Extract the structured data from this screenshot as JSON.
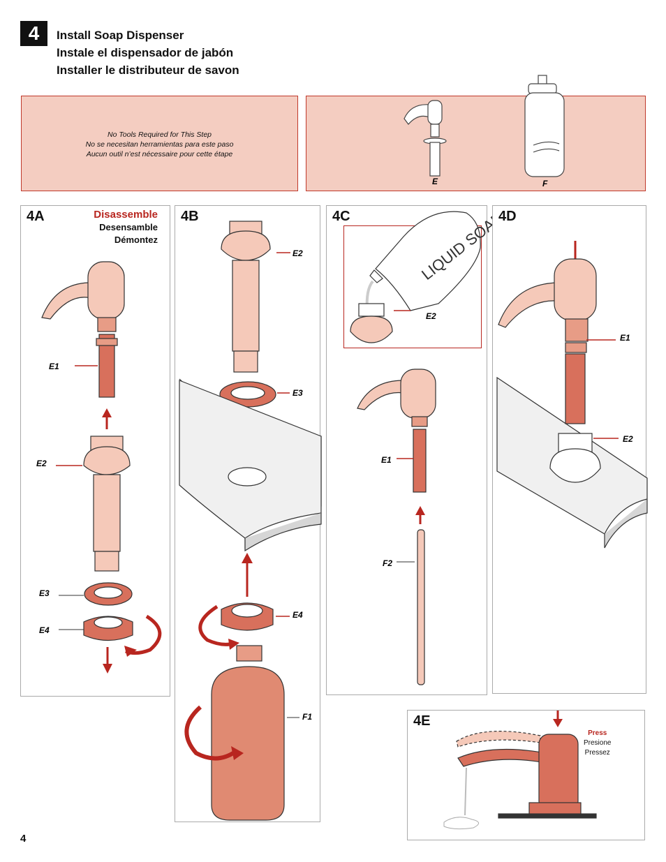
{
  "step": {
    "number": "4"
  },
  "title": {
    "en": "Install Soap Dispenser",
    "es": "Instale el dispensador de jabón",
    "fr": "Installer le distributeur de savon"
  },
  "tools_note": {
    "en": "No Tools Required for This Step",
    "es": "No se necesitan herramientas para este paso",
    "fr": "Aucun outil n’est nécessaire pour cette étape"
  },
  "parts": {
    "e": "E",
    "f": "F"
  },
  "panel_4a": {
    "title": "4A",
    "action_en": "Disassemble",
    "action_es": "Desensamble",
    "action_fr": "Démontez",
    "labels": {
      "e1": "E1",
      "e2": "E2",
      "e3": "E3",
      "e4": "E4"
    }
  },
  "panel_4b": {
    "title": "4B",
    "labels": {
      "e2": "E2",
      "e3": "E3",
      "e4": "E4",
      "f1": "F1"
    }
  },
  "panel_4c": {
    "title": "4C",
    "bottle_text": "LIQUID SOAP",
    "labels": {
      "e2": "E2",
      "e1": "E1",
      "f2": "F2"
    }
  },
  "panel_4d": {
    "title": "4D",
    "labels": {
      "e1": "E1",
      "e2": "E2"
    }
  },
  "panel_4e": {
    "title": "4E",
    "press_en": "Press",
    "press_es": "Presione",
    "press_fr": "Pressez"
  },
  "page_number": "4",
  "colors": {
    "accent_red": "#b8261f",
    "panel_pink": "#f4cdc1",
    "part_light": "#f5c9b9",
    "part_mid": "#e79c86",
    "part_dark": "#d8705c"
  }
}
